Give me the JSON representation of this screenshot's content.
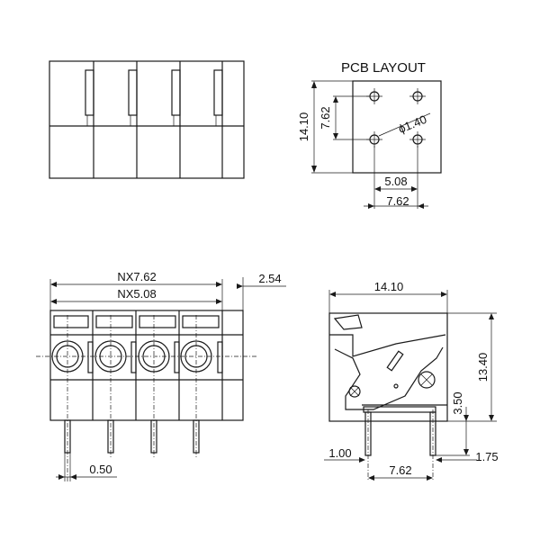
{
  "pcb_layout": {
    "title": "PCB LAYOUT",
    "dim_height_total": "14.10",
    "dim_height_pitch": "7.62",
    "hole_diameter": "ϕ1.40",
    "dim_pitch_horizontal": "5.08",
    "dim_width_total": "7.62"
  },
  "front_view": {
    "dim_nx_762": "NX7.62",
    "dim_nx_508": "NX5.08",
    "dim_254": "2.54",
    "dim_pin_width": "0.50"
  },
  "side_view": {
    "dim_width": "14.10",
    "dim_height": "13.40",
    "dim_pin_to_base": "3.50",
    "dim_pin_offset": "1.00",
    "dim_pin_pitch": "7.62",
    "dim_right_offset": "1.75"
  }
}
